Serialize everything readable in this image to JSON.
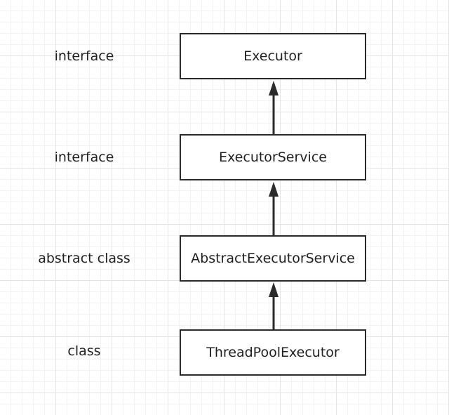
{
  "diagram": {
    "nodes": [
      {
        "id": "executor",
        "label": "Executor",
        "kind_label": "interface"
      },
      {
        "id": "executor-service",
        "label": "ExecutorService",
        "kind_label": "interface"
      },
      {
        "id": "abstract-executor-service",
        "label": "AbstractExecutorService",
        "kind_label": "abstract class"
      },
      {
        "id": "thread-pool-executor",
        "label": "ThreadPoolExecutor",
        "kind_label": "class"
      }
    ],
    "edges": [
      {
        "from": "executor-service",
        "to": "executor"
      },
      {
        "from": "abstract-executor-service",
        "to": "executor-service"
      },
      {
        "from": "thread-pool-executor",
        "to": "abstract-executor-service"
      }
    ],
    "colors": {
      "line": "#2b2b2b",
      "text": "#1f1f1f"
    }
  }
}
